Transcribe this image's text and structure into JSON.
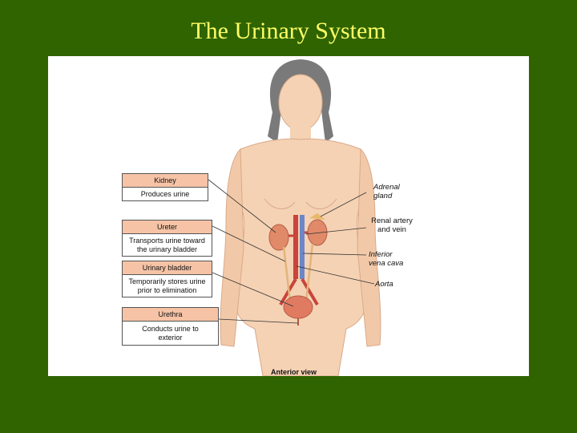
{
  "slide": {
    "title": "The Urinary System"
  },
  "figure": {
    "caption": "Anterior view",
    "left_labels": [
      {
        "name": "Kidney",
        "description": "Produces urine"
      },
      {
        "name": "Ureter",
        "description": "Transports urine toward the urinary bladder"
      },
      {
        "name": "Urinary bladder",
        "description": "Temporarily stores urine prior to elimination"
      },
      {
        "name": "Urethra",
        "description": "Conducts urine to exterior"
      }
    ],
    "right_labels": [
      {
        "text": "Adrenal gland"
      },
      {
        "text": "Renal artery and vein"
      },
      {
        "text": "Inferior vena cava"
      },
      {
        "text": "Aorta"
      }
    ],
    "colors": {
      "background": "#2f6400",
      "title": "#ffff66",
      "label_header": "#f6c3a6",
      "skin": "#f5d2b4",
      "kidney": "#e08a6a"
    }
  }
}
